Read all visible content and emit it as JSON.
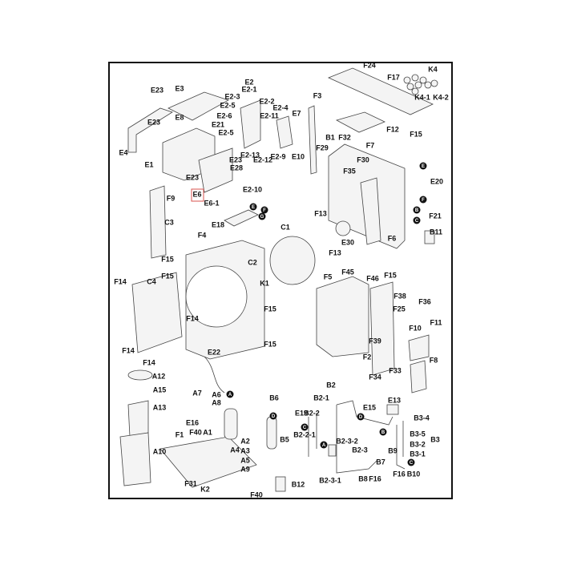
{
  "labels": [
    "E23",
    "E3",
    "E2",
    "E2-1",
    "E2-3",
    "E2-5",
    "E2-2",
    "E2-4",
    "E7",
    "E2-6",
    "E8",
    "E23",
    "E21",
    "E2-11",
    "E2-5",
    "E4",
    "E1",
    "E2-13",
    "E2-12",
    "E2-9",
    "E10",
    "E23",
    "E28",
    "E23",
    "E6",
    "E6-1",
    "E2-10",
    "F9",
    "C3",
    "E18",
    "F4",
    "C1",
    "C2",
    "F15",
    "K1",
    "F15",
    "F14",
    "C4",
    "F15",
    "F14",
    "F15",
    "F14",
    "F14",
    "E22",
    "F24",
    "F17",
    "K4",
    "K4-1",
    "K4-2",
    "F3",
    "F12",
    "F15",
    "B1",
    "F32",
    "F7",
    "F29",
    "F30",
    "F35",
    "E20",
    "F13",
    "F21",
    "B11",
    "E30",
    "F6",
    "F13",
    "F5",
    "F45",
    "F46",
    "F15",
    "F38",
    "F36",
    "F25",
    "F10",
    "F11",
    "F39",
    "F2",
    "F8",
    "F33",
    "F34",
    "A12",
    "A15",
    "A13",
    "A10",
    "A7",
    "A6",
    "A8",
    "E16",
    "A1",
    "F1",
    "F40",
    "A2",
    "A4",
    "A3",
    "A5",
    "A9",
    "F31",
    "K2",
    "F40",
    "B6",
    "B5",
    "B12",
    "B2",
    "B2-1",
    "E19",
    "B2-2",
    "B2-2-1",
    "E15",
    "B2-3-2",
    "B2-3",
    "B7",
    "B8",
    "F16",
    "B2-3-1",
    "E13",
    "B3-4",
    "B3-5",
    "B3",
    "B3-2",
    "B9",
    "B3-1",
    "F16",
    "B10"
  ],
  "markers": [
    "A",
    "A",
    "B",
    "C",
    "C",
    "D",
    "D",
    "E",
    "F",
    "G",
    "E",
    "F",
    "B",
    "C"
  ],
  "highlight_color": "#d9534f"
}
